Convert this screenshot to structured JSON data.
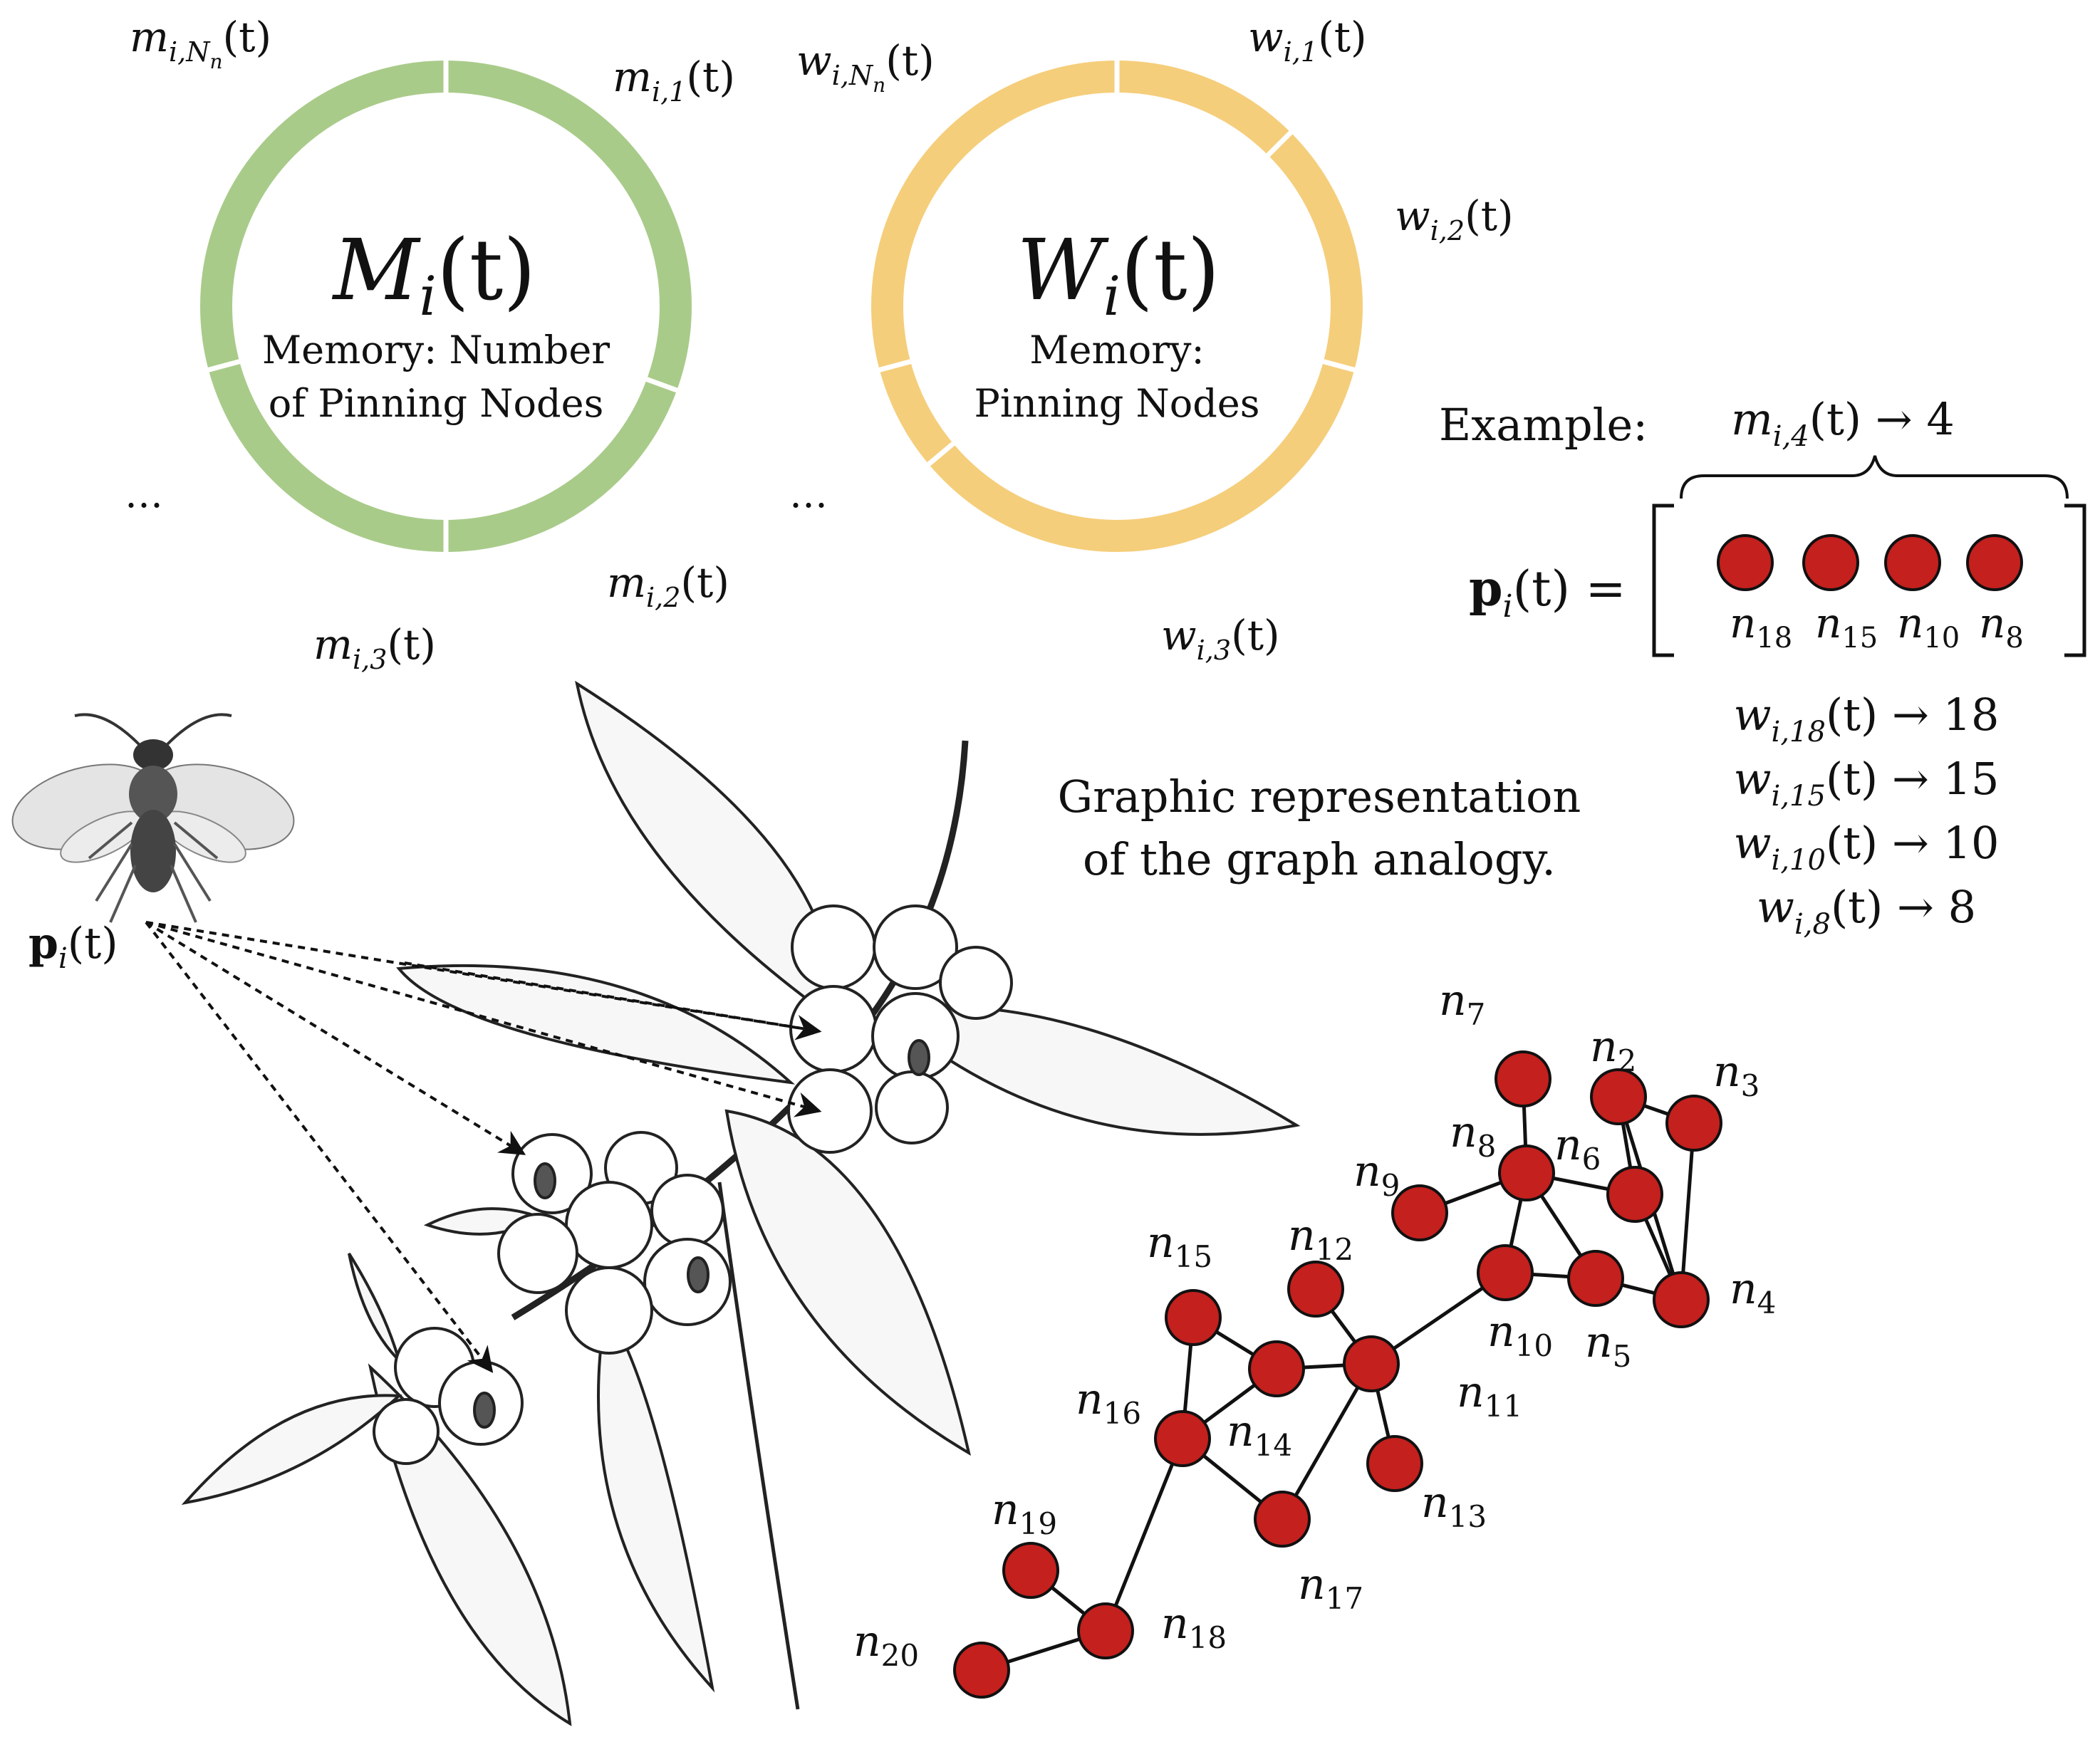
{
  "colors": {
    "memory_ring": "#a9cb8a",
    "pinning_ring": "#f5ce7b",
    "node_fill": "#c3201e",
    "edge": "#111111",
    "ink": "#111111"
  },
  "memory_ring": {
    "symbol_main": "M",
    "symbol_sub": "i",
    "symbol_arg": "(t)",
    "caption_line1": "Memory:  Number",
    "caption_line2": "of Pinning Nodes",
    "segment_labels": [
      {
        "main": "m",
        "sub": "i,1",
        "arg": "(t)"
      },
      {
        "main": "m",
        "sub": "i,2",
        "arg": "(t)"
      },
      {
        "main": "m",
        "sub": "i,3",
        "arg": "(t)"
      },
      {
        "main": "m",
        "sub": "i,N",
        "subsub": "n",
        "arg": "(t)"
      }
    ],
    "ellipsis": "…"
  },
  "pinning_ring": {
    "symbol_main": "W",
    "symbol_sub": "i",
    "symbol_arg": "(t)",
    "caption_line1": "Memory:",
    "caption_line2": "Pinning Nodes",
    "segment_labels": [
      {
        "main": "w",
        "sub": "i,1",
        "arg": "(t)"
      },
      {
        "main": "w",
        "sub": "i,2",
        "arg": "(t)"
      },
      {
        "main": "w",
        "sub": "i,3",
        "arg": "(t)"
      },
      {
        "main": "w",
        "sub": "i,N",
        "subsub": "n",
        "arg": "(t)"
      }
    ],
    "ellipsis": "…"
  },
  "example": {
    "label": "Example:",
    "brace_main": "m",
    "brace_sub": "i,4",
    "brace_rest": "(t) → 4",
    "vector_main": "p",
    "vector_sub": "i",
    "vector_rest": "(t) =",
    "nodes": [
      {
        "main": "n",
        "sub": "18"
      },
      {
        "main": "n",
        "sub": "15"
      },
      {
        "main": "n",
        "sub": "10"
      },
      {
        "main": "n",
        "sub": "8"
      }
    ],
    "weights": [
      {
        "main": "w",
        "sub": "i,18",
        "rest": "(t) → 18"
      },
      {
        "main": "w",
        "sub": "i,15",
        "rest": "(t) → 15"
      },
      {
        "main": "w",
        "sub": "i,10",
        "rest": "(t) → 10"
      },
      {
        "main": "w",
        "sub": "i,8",
        "rest": "(t) → 8"
      }
    ]
  },
  "description": {
    "line1": "Graphic representation",
    "line2": "of the graph analogy."
  },
  "insect_label": {
    "main": "p",
    "sub": "i",
    "rest": "(t)"
  },
  "graph": {
    "nodes": [
      {
        "id": "n2",
        "sub": "2"
      },
      {
        "id": "n3",
        "sub": "3"
      },
      {
        "id": "n4",
        "sub": "4"
      },
      {
        "id": "n5",
        "sub": "5"
      },
      {
        "id": "n6",
        "sub": "6"
      },
      {
        "id": "n7",
        "sub": "7"
      },
      {
        "id": "n8",
        "sub": "8"
      },
      {
        "id": "n9",
        "sub": "9"
      },
      {
        "id": "n10",
        "sub": "10"
      },
      {
        "id": "n11",
        "sub": "11"
      },
      {
        "id": "n12",
        "sub": "12"
      },
      {
        "id": "n13",
        "sub": "13"
      },
      {
        "id": "n14",
        "sub": "14"
      },
      {
        "id": "n15",
        "sub": "15"
      },
      {
        "id": "n16",
        "sub": "16"
      },
      {
        "id": "n17",
        "sub": "17"
      },
      {
        "id": "n18",
        "sub": "18"
      },
      {
        "id": "n19",
        "sub": "19"
      },
      {
        "id": "n20",
        "sub": "20"
      }
    ],
    "edges": [
      [
        "n7",
        "n8"
      ],
      [
        "n8",
        "n9"
      ],
      [
        "n8",
        "n6"
      ],
      [
        "n8",
        "n10"
      ],
      [
        "n8",
        "n5"
      ],
      [
        "n2",
        "n6"
      ],
      [
        "n2",
        "n3"
      ],
      [
        "n2",
        "n4"
      ],
      [
        "n3",
        "n4"
      ],
      [
        "n6",
        "n4"
      ],
      [
        "n10",
        "n5"
      ],
      [
        "n5",
        "n4"
      ],
      [
        "n10",
        "n11"
      ],
      [
        "n12",
        "n11"
      ],
      [
        "n14",
        "n11"
      ],
      [
        "n11",
        "n13"
      ],
      [
        "n11",
        "n17"
      ],
      [
        "n15",
        "n14"
      ],
      [
        "n15",
        "n16"
      ],
      [
        "n16",
        "n14"
      ],
      [
        "n16",
        "n17"
      ],
      [
        "n16",
        "n18"
      ],
      [
        "n18",
        "n19"
      ],
      [
        "n18",
        "n20"
      ]
    ]
  }
}
